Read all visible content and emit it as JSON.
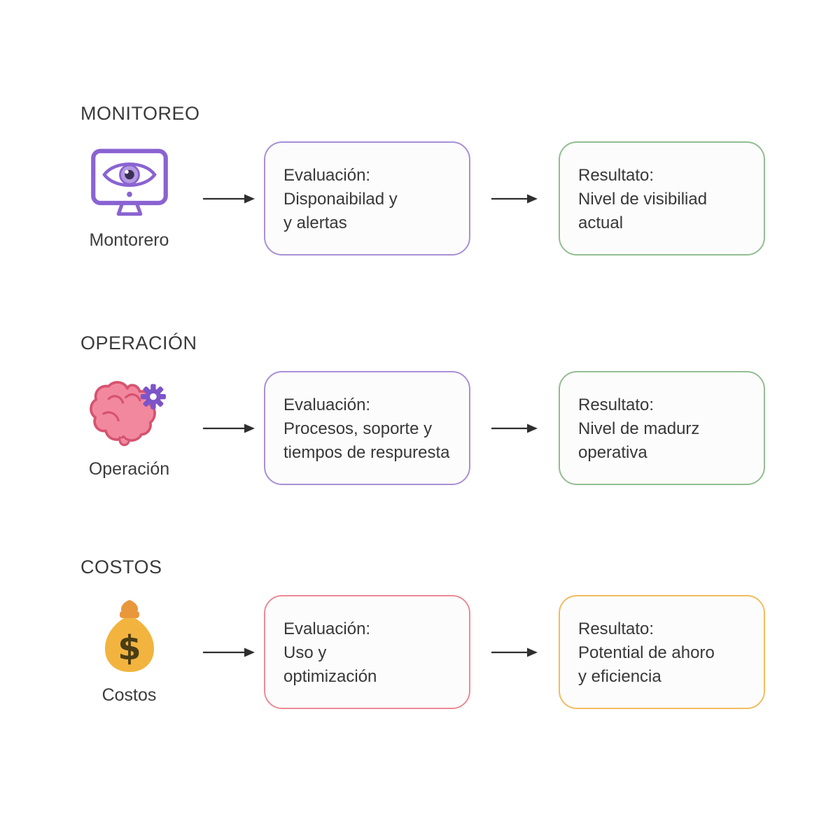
{
  "colors": {
    "text": "#3a3a3a",
    "arrow": "#2f2f2f",
    "box_background": "#fdfcfc",
    "purple_border": "#a98fd6",
    "green_border": "#92bd92",
    "red_border": "#ec8b95",
    "orange_border": "#f2bc5e",
    "monitor_purple": "#8a63d2",
    "brain_pink": "#f2889e",
    "gear_purple": "#7d54c9",
    "bag_yellow": "#f2b43e"
  },
  "rows": [
    {
      "heading": "MONITOREO",
      "icon": "monitor-eye-icon",
      "icon_label": "Montorero",
      "eval_box": {
        "title": "Evaluación:",
        "body": "Disponaibilad y\ny alertas",
        "border_color": "#a98fd6"
      },
      "result_box": {
        "title": "Resultato:",
        "body": "Nivel de visibiliad\nactual",
        "border_color": "#92bd92"
      }
    },
    {
      "heading": "OPERACIÓN",
      "icon": "brain-gear-icon",
      "icon_label": "Operación",
      "eval_box": {
        "title": "Evaluación:",
        "body": "Procesos, soporte y\ntiempos de respuresta",
        "border_color": "#a98fd6"
      },
      "result_box": {
        "title": "Resultato:",
        "body": "Nivel de madurz\noperativa",
        "border_color": "#92bd92"
      }
    },
    {
      "heading": "COSTOS",
      "icon": "money-bag-icon",
      "icon_label": "Costos",
      "eval_box": {
        "title": "Evaluación:",
        "body": "Uso y\noptimización",
        "border_color": "#ec8b95"
      },
      "result_box": {
        "title": "Resultato:",
        "body": "Potential de ahoro\ny eficiencia",
        "border_color": "#f2bc5e"
      }
    }
  ]
}
